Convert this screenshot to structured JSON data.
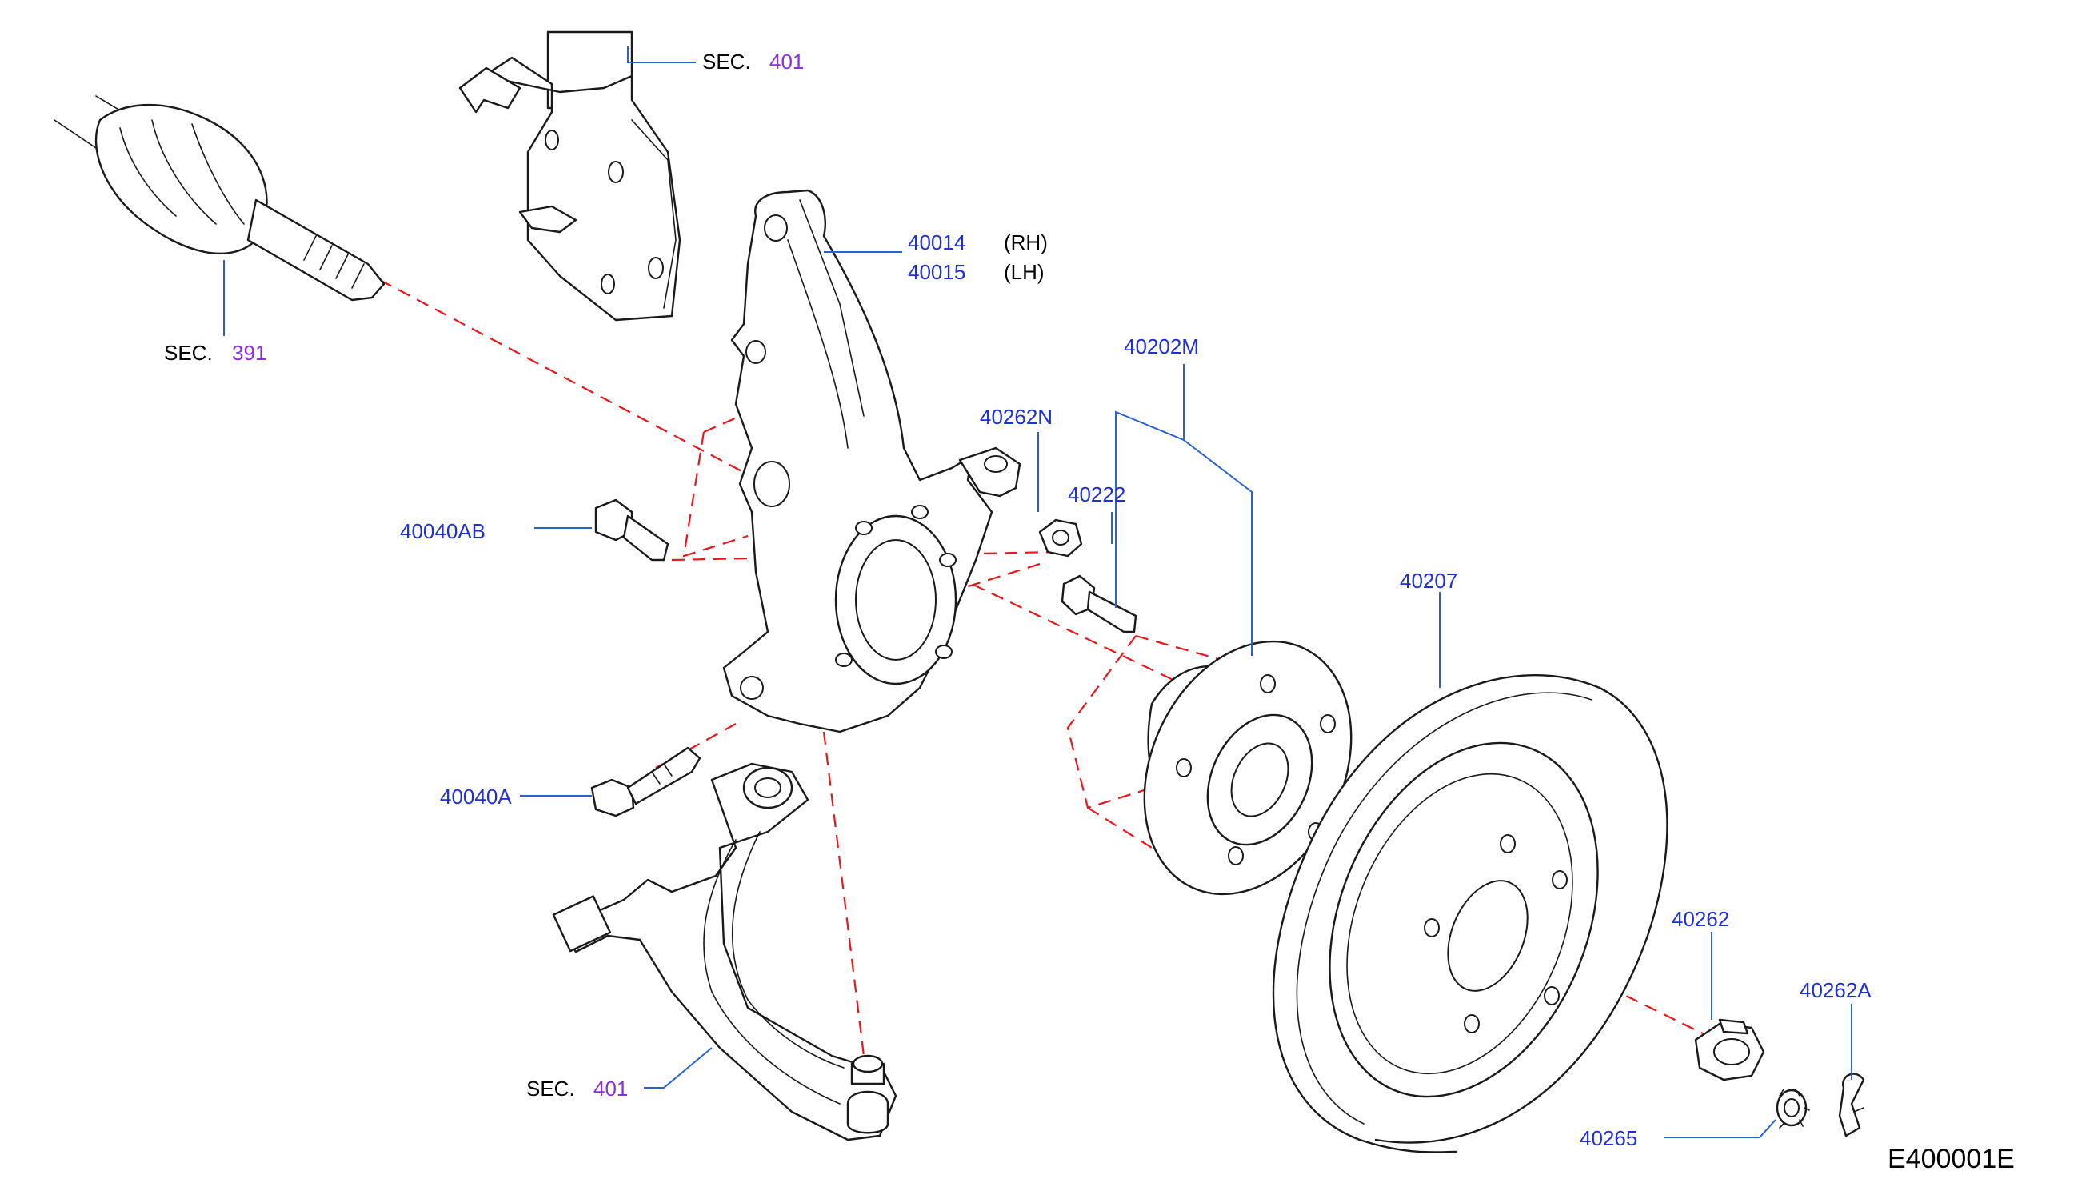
{
  "diagram_id": "E400001E",
  "colors": {
    "part_number": "#1f2fd6",
    "section_number": "#8a2ee0",
    "leader_line": "#2b62c9",
    "exploded_axis": "#e8151b",
    "outline": "#1a1a1a"
  },
  "section_refs": {
    "strut": {
      "word": "SEC.",
      "number": "401"
    },
    "drive_shaft": {
      "word": "SEC.",
      "number": "391"
    },
    "lower_arm": {
      "word": "SEC.",
      "number": "401"
    }
  },
  "parts": {
    "knuckle_rh": {
      "number": "40014",
      "side": "(RH)"
    },
    "knuckle_lh": {
      "number": "40015",
      "side": "(LH)"
    },
    "hub_assembly": {
      "number": "40202M"
    },
    "knuckle_nut": {
      "number": "40262N"
    },
    "hub_bolt": {
      "number": "40222"
    },
    "strut_bolt": {
      "number": "40040AB"
    },
    "disc_rotor": {
      "number": "40207"
    },
    "lower_bolt": {
      "number": "40040A"
    },
    "hub_nut": {
      "number": "40262"
    },
    "cotter_pin": {
      "number": "40262A"
    },
    "adapter": {
      "number": "40265"
    }
  }
}
